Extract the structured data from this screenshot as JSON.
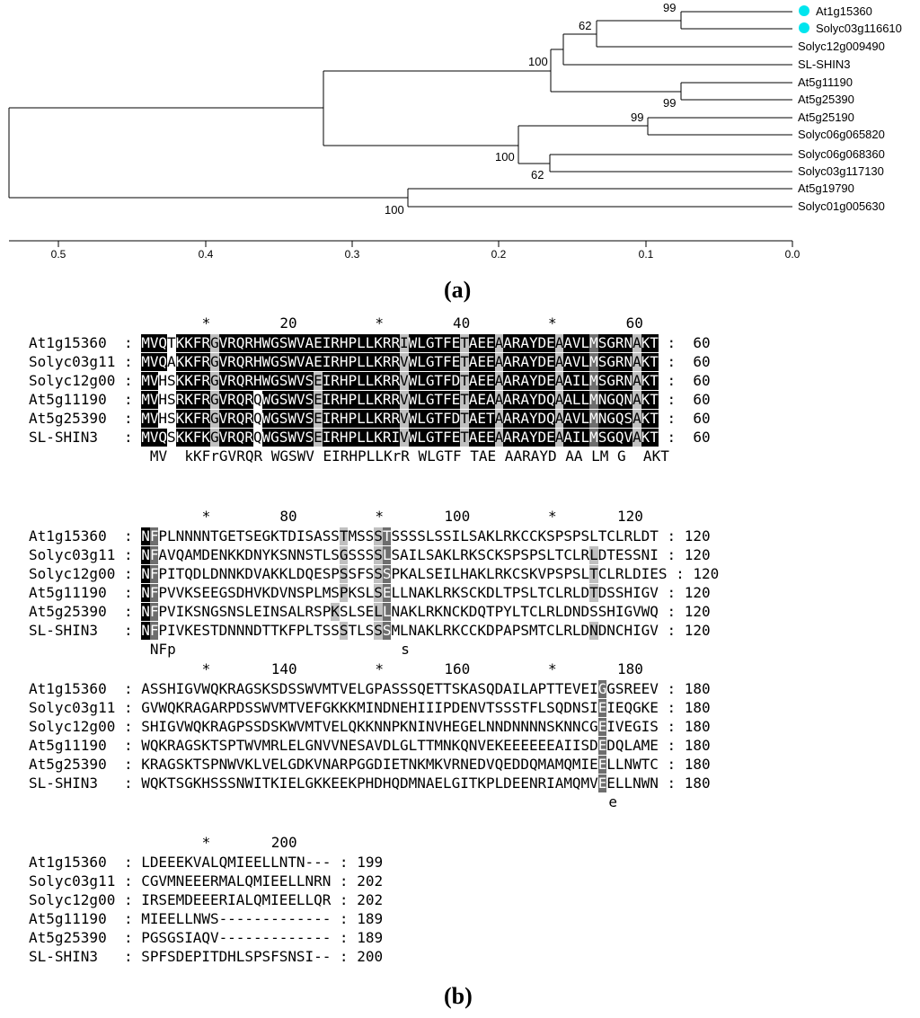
{
  "panel_a": {
    "label": "(a)",
    "taxa": [
      "At1g15360",
      "Solyc03g116610",
      "Solyc12g009490",
      "SL-SHIN3",
      "At5g11190",
      "At5g25390",
      "At5g25190",
      "Solyc06g065820",
      "Solyc06g068360",
      "Solyc03g117130",
      "At5g19790",
      "Solyc01g005630"
    ],
    "highlighted_taxa": [
      "At1g15360",
      "Solyc03g116610"
    ],
    "highlight_color": "#00e5ee",
    "bootstrap": [
      {
        "node": "At1g15360+Solyc03g116610",
        "value": "99"
      },
      {
        "node": "+Solyc12g009490",
        "value": "62"
      },
      {
        "node": "+SL-SHIN3",
        "value": "100"
      },
      {
        "node": "At5g11190+At5g25390",
        "value": "99"
      },
      {
        "node": "At5g25190+Solyc06g065820",
        "value": "99"
      },
      {
        "node": "Solyc06g068360+Solyc03g117130",
        "value": "62"
      },
      {
        "node": "clade2",
        "value": "100"
      },
      {
        "node": "At5g19790+Solyc01g005630",
        "value": "100"
      }
    ],
    "scale_ticks": [
      "0.5",
      "0.4",
      "0.3",
      "0.2",
      "0.1",
      "0.0"
    ]
  },
  "panel_b": {
    "label": "(b)",
    "blocks": [
      {
        "ruler": "                    *        20         *        40         *        60",
        "end": "60",
        "rows": [
          {
            "name": "At1g15360  ",
            "seq": "MVQTKKFRGVRQRHWGSWVAEIRHPLLKRRIWLGTFETAEEAARAYDEAAVLMSGRNAKT",
            "hl": "111011113111111111111111111111311111131113111111311121111311111"
          },
          {
            "name": "Solyc03g11 ",
            "seq": "MVQAKKFRGVRQRHWGSWVAEIRHPLLKRRVWLGTFETAEEAARAYDEAAVLMSGRNAKT",
            "hl": "111011113111111111111111111111311111131113111111311121111311111"
          },
          {
            "name": "Solyc12g00 ",
            "seq": "MVHSKKFRGVRQRHWGSWVSEIRHPLLKRRVWLGTFDTAEEAARAYDEAAILMSGRNAKT",
            "hl": "110011113111111111113111111111311111131113111111311121111311111"
          },
          {
            "name": "At5g11190  ",
            "seq": "MVHSRKFRGVRQRQWGSWVSEIRHPLLKRRVWLGTFETAEAAARAYDQAALLMNGQNAKT",
            "hl": "110011113111101111113111111111311111131113111111311121111311111"
          },
          {
            "name": "At5g25390  ",
            "seq": "MVHSKKFRGVRQRQWGSWVSEIRHPLLKRRVWLGTFDTAETAARAYDQAAVLMNGQSAKT",
            "hl": "110011113111101111113111111111311111131113111111311121111311111"
          },
          {
            "name": "SL-SHIN3   ",
            "seq": "MVQSKKFKGVRQRQWGSWVSEIRHPLLKRIVWLGTFETAEEAARAYDEAAILMSGQVAKT",
            "hl": "111011113111101111113111111111311111131113111111311121111311111"
          }
        ],
        "consensus": "MV  kKFrGVRQR WGSWV EIRHPLLKrR WLGTF TAE AARAYD AA LM G  AKT"
      },
      {
        "ruler": "                    *        80         *       100         *       120",
        "end": "120",
        "rows": [
          {
            "name": "At1g15360  ",
            "seq": "NFPLNNNNTGETSEGKTDISASSTMSSSTSSSSLSSILSAKLRKCCKSPSPSLTCLRLDT",
            "hl": "120000000000000000000003000320000000000000000000000000000000"
          },
          {
            "name": "Solyc03g11 ",
            "seq": "NFAVQAMDENKKDNYKSNNSTLSGSSSSLSAILSAKLRKSCKSPSPSLTCLRLDTESSNI",
            "hl": "120000000000000000000003000320000000000000000000000030000000"
          },
          {
            "name": "Solyc12g00 ",
            "seq": "NFPITQDLDNNKDVAKKLDQESPSSFSSSPKALSEILHAKLRKCSKVPSPSLTCLRLDIES",
            "hl": "120000000000000000000003000320000000000000000000000030000000"
          },
          {
            "name": "At5g11190  ",
            "seq": "NFPVVKSEEGSDHVKDVNSPLMSPKSLSELLNAKLRKSCKDLTPSLTCLRLDTDSSHIGV",
            "hl": "120000000000000000000003000320000000000000000000000030000000"
          },
          {
            "name": "At5g25390  ",
            "seq": "NFPVIKSNGSNSLEINSALRSPKSLSELLNAKLRKNCKDQTPYLTCLRLDNDSSHIGVWQ",
            "hl": "120000000000000000000030000320000000000000000000000000000000"
          },
          {
            "name": "SL-SHIN3   ",
            "seq": "NFPIVKESTDNNNDTTKFPLTSSSTLSSSMLNAKLRKCCKDPAPSMTCLRLDNDNCHIGV",
            "hl": "120000000000000000000003000320000000000000000000000030000000"
          }
        ],
        "consensus": "NFp                          s"
      },
      {
        "ruler": "                    *       140         *       160         *       180",
        "end": "180",
        "rows": [
          {
            "name": "At1g15360  ",
            "seq": "ASSHIGVWQKRAGSKSDSSWVMTVELGPASSSQETTSKASQDAILAPTTEVEIGGSREEV",
            "hl": "000000000000000000000000000000000000000000000000000002000000"
          },
          {
            "name": "Solyc03g11 ",
            "seq": "GVWQKRAGARPDSSWVMTVEFGKKKMINDNEHIIIPDENVTSSSTFLSQDNSIEIEQGKE",
            "hl": "000000000000000000000000000000000000000000000000000002000000"
          },
          {
            "name": "Solyc12g00 ",
            "seq": "SHIGVWQKRAGPSSDSKWVMTVELQKKNNPKNINVHEGELNNDNNNNSKNNCGEIVEGIS",
            "hl": "000000000000000000000000000000000000000000000000000002000000"
          },
          {
            "name": "At5g11190  ",
            "seq": "WQKRAGSKTSPTWVMRLELGNVVNESAVDLGLTTMNKQNVEKEEEEEEAIISDEDQLAME",
            "hl": "000000000000000000000000000000000000000000000000000002000000"
          },
          {
            "name": "At5g25390  ",
            "seq": "KRAGSKTSPNWVKLVELGDKVNARPGGDIETNKMKVRNEDVQEDDQMAMQMIEELLNWTC",
            "hl": "000000000000000000000000000000000000000000000000000002000000"
          },
          {
            "name": "SL-SHIN3   ",
            "seq": "WQKTSGKHSSSNWITKIELGKKEEKPHDHQDMNAELGITKPLDEENRIAMQMVEELLNWN",
            "hl": "000000000000000000000000000000000000000000000000000002000000"
          }
        ],
        "consensus": "                                                     e"
      },
      {
        "ruler": "                    *       200",
        "end": "",
        "rows": [
          {
            "name": "At1g15360  ",
            "seq": "LDEEEKVALQMIEELLNTN---",
            "end": "199"
          },
          {
            "name": "Solyc03g11 ",
            "seq": "CGVMNEEERMALQMIEELLNRN",
            "end": "202"
          },
          {
            "name": "Solyc12g00 ",
            "seq": "IRSEMDEEERIALQMIEELLQR",
            "end": "202"
          },
          {
            "name": "At5g11190  ",
            "seq": "MIEELLNWS-------------",
            "end": "189"
          },
          {
            "name": "At5g25390  ",
            "seq": "PGSGSIAQV-------------",
            "end": "189"
          },
          {
            "name": "SL-SHIN3   ",
            "seq": "SPFSDEPITDHLSPSFSNSI--",
            "end": "200"
          }
        ],
        "consensus": ""
      }
    ]
  }
}
